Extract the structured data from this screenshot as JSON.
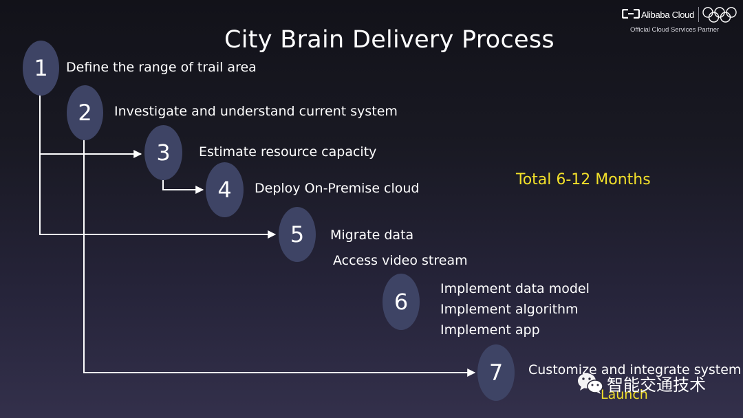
{
  "slide": {
    "title": "City Brain Delivery Process",
    "total_duration": "Total 6-12 Months"
  },
  "logo": {
    "brand": "Alibaba Cloud",
    "partner_text": "Official Cloud Services Partner"
  },
  "steps": [
    {
      "number": "1",
      "label": "Define the range of trail area"
    },
    {
      "number": "2",
      "label": "Investigate and understand current system"
    },
    {
      "number": "3",
      "label": "Estimate resource capacity"
    },
    {
      "number": "4",
      "label": "Deploy On-Premise cloud"
    },
    {
      "number": "5",
      "label": "Migrate data",
      "extra": "Access video stream"
    },
    {
      "number": "6",
      "lines": [
        "Implement data model",
        "Implement algorithm",
        "Implement app"
      ]
    },
    {
      "number": "7",
      "label": "Customize and integrate system",
      "extra": "Launch"
    }
  ],
  "watermark": {
    "text": "智能交通技术",
    "icon": "wechat-icon"
  },
  "colors": {
    "node_fill": "#3e4465",
    "highlight_text": "#f2e02a",
    "connector": "#ffffff"
  }
}
